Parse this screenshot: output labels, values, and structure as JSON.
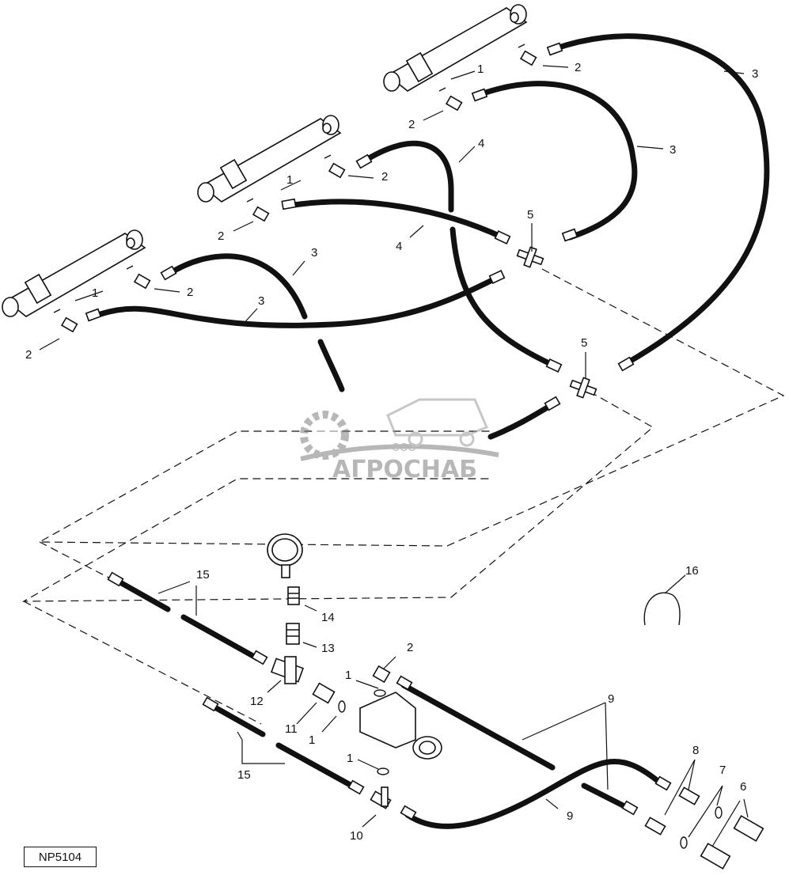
{
  "diagram": {
    "reference_code": "NP5104",
    "watermark": {
      "company_prefix": "ООО",
      "company_name": "АГРОСНАБ"
    },
    "callouts": [
      "1",
      "2",
      "3",
      "4",
      "5",
      "6",
      "7",
      "8",
      "9",
      "10",
      "11",
      "12",
      "13",
      "14",
      "15",
      "16"
    ]
  }
}
